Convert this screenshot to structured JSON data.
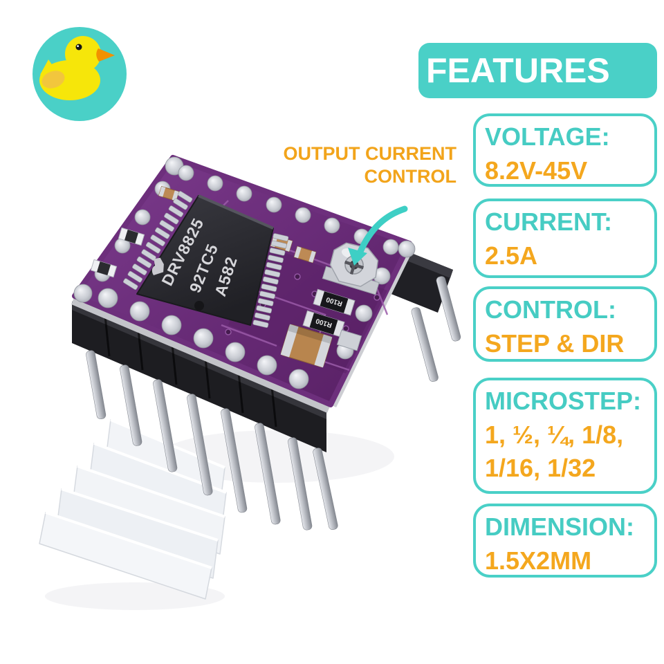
{
  "logo": {
    "icon": "rubber-duck"
  },
  "header": {
    "title": "FEATURES"
  },
  "annotation": {
    "line1": "OUTPUT CURRENT",
    "line2": "CONTROL"
  },
  "features": [
    {
      "label": "VOLTAGE:",
      "lines": [
        "8.2V-45V"
      ]
    },
    {
      "label": "CURRENT:",
      "lines": [
        "2.5A"
      ]
    },
    {
      "label": "CONTROL:",
      "lines": [
        "STEP & DIR"
      ]
    },
    {
      "label": "MICROSTEP:",
      "lines": [
        "1, ½, ¼, 1/8,",
        "1/16, 1/32"
      ]
    },
    {
      "label": "DIMENSION:",
      "lines": [
        "1.5X2MM"
      ]
    }
  ],
  "board": {
    "chip_marking": [
      "DRV8825",
      "92TC5",
      "A582"
    ],
    "resistor_marking": "R100"
  },
  "colors": {
    "accent_teal": "#4AD0C7",
    "accent_orange": "#F4A71E",
    "pcb_purple": "#6B2D7B",
    "duck_yellow": "#F6E60A"
  }
}
